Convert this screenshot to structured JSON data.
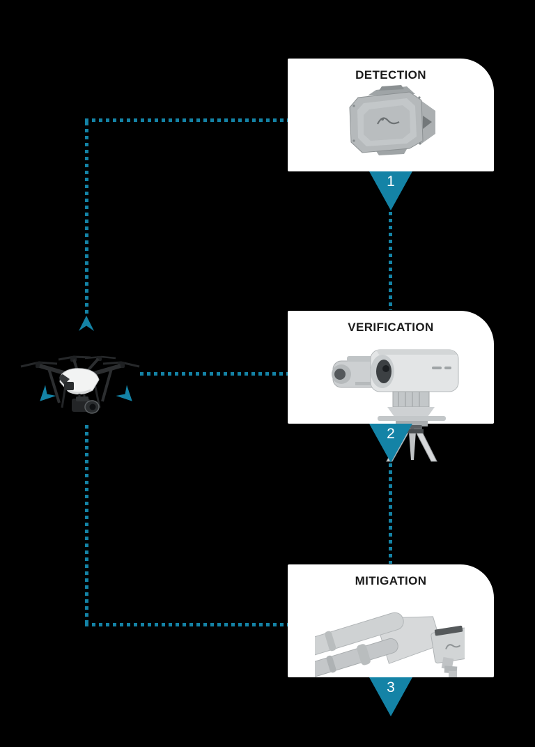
{
  "colors": {
    "background": "#000000",
    "accent": "#1483A6",
    "card_background": "#ffffff",
    "title_text": "#1b1b1b",
    "step_number_text": "#ffffff"
  },
  "stages": [
    {
      "label": "DETECTION",
      "number": "1",
      "device_icon": "radar-sensor-icon"
    },
    {
      "label": "VERIFICATION",
      "number": "2",
      "device_icon": "ptz-camera-icon"
    },
    {
      "label": "MITIGATION",
      "number": "3",
      "device_icon": "jammer-antenna-icon"
    }
  ],
  "drone_icon": "quadcopter-drone-icon",
  "connector_icons": [
    "chevron-up-icon",
    "chevron-down-left-icon",
    "chevron-down-right-icon"
  ]
}
